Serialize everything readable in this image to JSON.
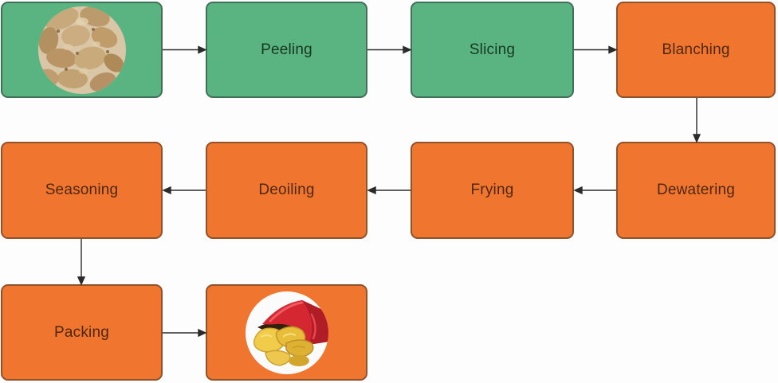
{
  "diagram": {
    "background_color": "#fdfdfd",
    "green_fill": "#5ab482",
    "orange_fill": "#f0762f",
    "green_text_color": "#17381f",
    "orange_text_color": "#4f2710",
    "arrow_color": "#2b2b2b",
    "nodes": [
      {
        "id": "raw-potatoes",
        "label": "",
        "kind": "image",
        "image": "raw-potatoes-photo",
        "fill": "green"
      },
      {
        "id": "peeling",
        "label": "Peeling",
        "kind": "process",
        "fill": "green"
      },
      {
        "id": "slicing",
        "label": "Slicing",
        "kind": "process",
        "fill": "green"
      },
      {
        "id": "blanching",
        "label": "Blanching",
        "kind": "process",
        "fill": "orange"
      },
      {
        "id": "dewatering",
        "label": "Dewatering",
        "kind": "process",
        "fill": "orange"
      },
      {
        "id": "frying",
        "label": "Frying",
        "kind": "process",
        "fill": "orange"
      },
      {
        "id": "deoiling",
        "label": "Deoiling",
        "kind": "process",
        "fill": "orange"
      },
      {
        "id": "seasoning",
        "label": "Seasoning",
        "kind": "process",
        "fill": "orange"
      },
      {
        "id": "packing",
        "label": "Packing",
        "kind": "process",
        "fill": "orange"
      },
      {
        "id": "packed-chips",
        "label": "",
        "kind": "image",
        "image": "chips-bag-photo",
        "fill": "orange"
      }
    ],
    "edges": [
      {
        "from": "raw-potatoes",
        "to": "peeling",
        "direction": "right"
      },
      {
        "from": "peeling",
        "to": "slicing",
        "direction": "right"
      },
      {
        "from": "slicing",
        "to": "blanching",
        "direction": "right"
      },
      {
        "from": "blanching",
        "to": "dewatering",
        "direction": "down"
      },
      {
        "from": "dewatering",
        "to": "frying",
        "direction": "left"
      },
      {
        "from": "frying",
        "to": "deoiling",
        "direction": "left"
      },
      {
        "from": "deoiling",
        "to": "seasoning",
        "direction": "left"
      },
      {
        "from": "seasoning",
        "to": "packing",
        "direction": "down"
      },
      {
        "from": "packing",
        "to": "packed-chips",
        "direction": "right"
      }
    ]
  }
}
